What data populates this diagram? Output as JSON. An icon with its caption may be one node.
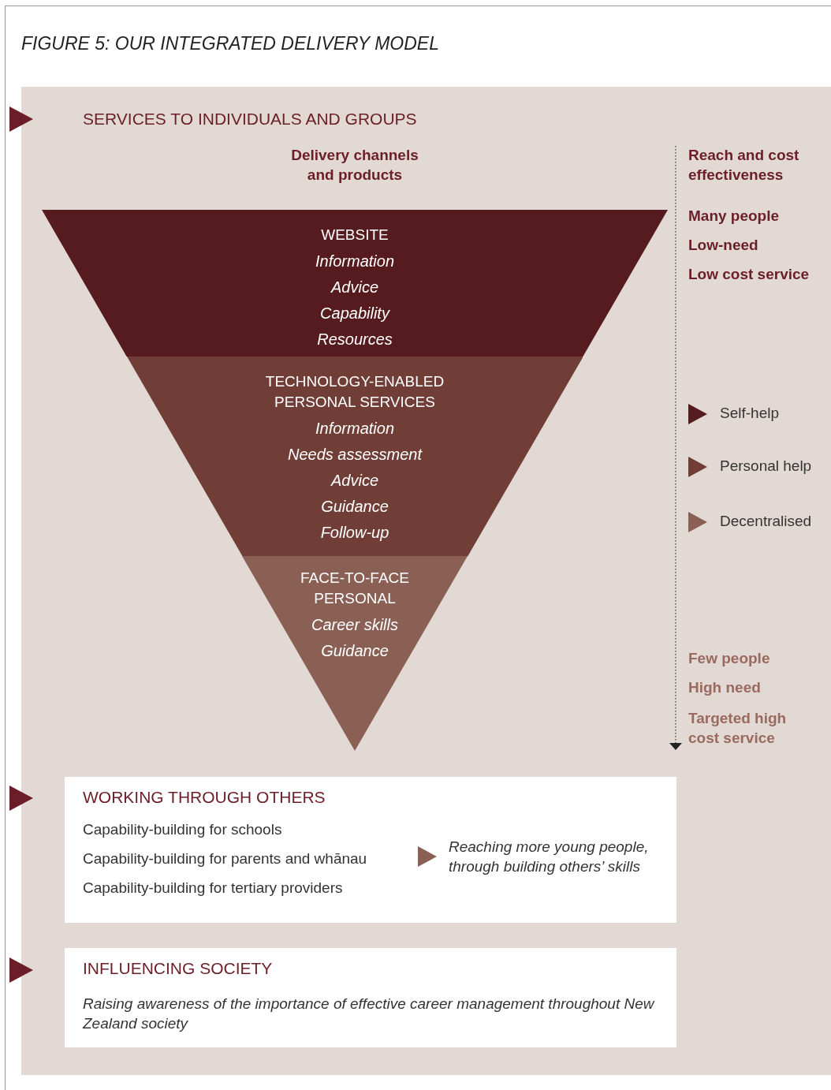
{
  "diagram": {
    "title": "FIGURE 5: OUR INTEGRATED DELIVERY MODEL",
    "nodes": [
      {
        "text": [
          "WEBSITE",
          "Information",
          "Advice",
          "Capability",
          "Resources"
        ]
      },
      {
        "text": [
          "TECHNOLOGY-ENABLED PERSONAL SERVICES",
          "Information",
          "Needs assessment",
          "Advice",
          "Guidance",
          "Follow-up"
        ]
      },
      {
        "text": [
          "FACE-TO-FACE PERSONAL",
          "Career skills",
          "Guidance"
        ]
      },
      {
        "text": [
          "WORKING THROUGH OTHERS",
          "Capability-building for schools",
          "Capability-building for parents and whānau",
          "Capability-building for tertiary providers",
          "Reaching more young people, through building others’ skills"
        ]
      },
      {
        "text": [
          "INFLUENCING SOCIETY",
          "Raising awareness of the importance of effective career management throughout New Zealand society"
        ]
      }
    ],
    "edges": [],
    "labels": [
      "SERVICES TO INDIVIDUALS AND GROUPS",
      "Delivery channels and products",
      "Reach and cost effectiveness",
      "Many people",
      "Low-need",
      "Low cost service",
      "Few people",
      "High need",
      "Targeted high cost service"
    ],
    "legend": [
      {
        "text": "Self-help",
        "color": "#561b1f"
      },
      {
        "text": "Personal help",
        "color": "#703e36"
      },
      {
        "text": "Decentralised",
        "color": "#8a6055"
      }
    ]
  }
}
